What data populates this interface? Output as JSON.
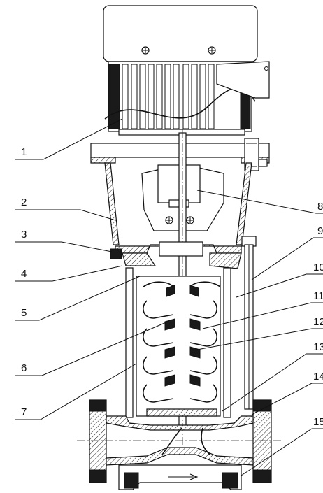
{
  "labels": {
    "left": [
      "1",
      "2",
      "3",
      "4",
      "5",
      "6",
      "7"
    ],
    "right": [
      "8",
      "9",
      "10",
      "11",
      "12",
      "13",
      "14",
      "15"
    ]
  }
}
